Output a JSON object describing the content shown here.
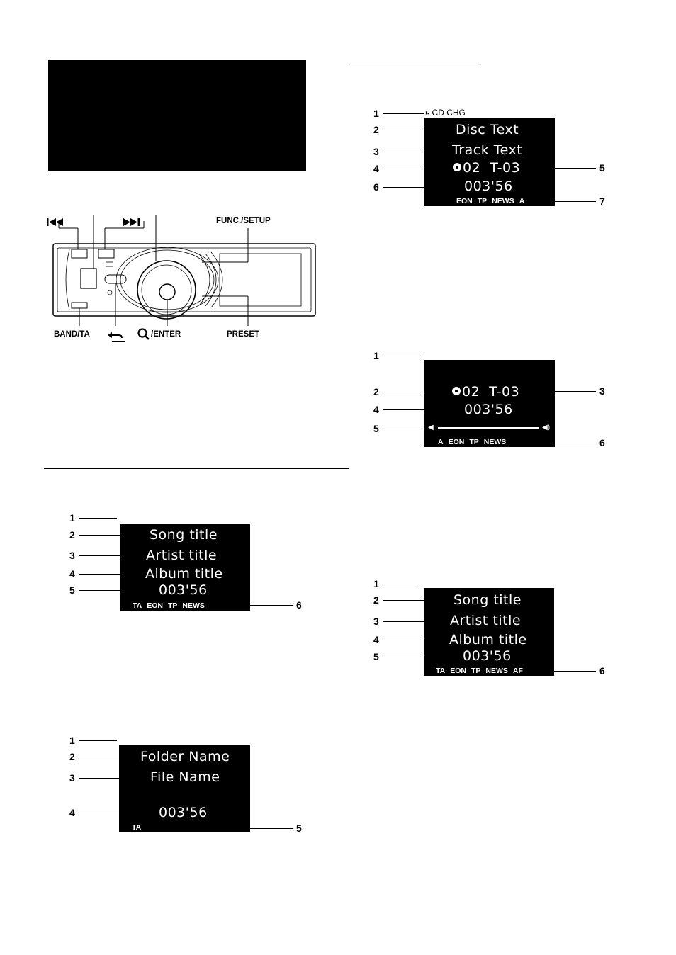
{
  "faceplate": {
    "prev_icon": "skip-previous-icon",
    "next_icon": "skip-next-icon",
    "func_setup": "FUNC./SETUP",
    "band_ta": "BAND/TA",
    "back_icon": "return-arrow-icon",
    "enter": "/ENTER",
    "search_icon": "magnifier-icon",
    "preset": "PRESET"
  },
  "cd_changer_display": {
    "callouts": [
      "1",
      "2",
      "3",
      "4",
      "5",
      "6",
      "7"
    ],
    "cd_chg": "CD CHG",
    "disc_text": "Disc Text",
    "track_text": "Track Text",
    "disc_num": "02",
    "track_num": "T-03",
    "time": "003'56",
    "status": [
      "EON",
      "TP",
      "NEWS",
      "A"
    ]
  },
  "cd_bar_display": {
    "callouts": [
      "1",
      "2",
      "3",
      "4",
      "5",
      "6"
    ],
    "disc_num": "02",
    "track_num": "T-03",
    "time": "003'56",
    "status": [
      "A",
      "EON",
      "TP",
      "NEWS"
    ]
  },
  "song_display_left": {
    "callouts": [
      "1",
      "2",
      "3",
      "4",
      "5",
      "6"
    ],
    "song": "Song title",
    "artist": "Artist title",
    "album": "Album title",
    "time": "003'56",
    "status": [
      "TA",
      "EON",
      "TP",
      "NEWS"
    ]
  },
  "folder_display": {
    "callouts": [
      "1",
      "2",
      "3",
      "4",
      "5"
    ],
    "folder": "Folder Name",
    "file": "File Name",
    "time": "003'56",
    "status": [
      "TA"
    ]
  },
  "song_display_right": {
    "callouts": [
      "1",
      "2",
      "3",
      "4",
      "5",
      "6"
    ],
    "song": "Song title",
    "artist": "Artist title",
    "album": "Album title",
    "time": "003'56",
    "status": [
      "TA",
      "EON",
      "TP",
      "NEWS",
      "AF"
    ]
  }
}
